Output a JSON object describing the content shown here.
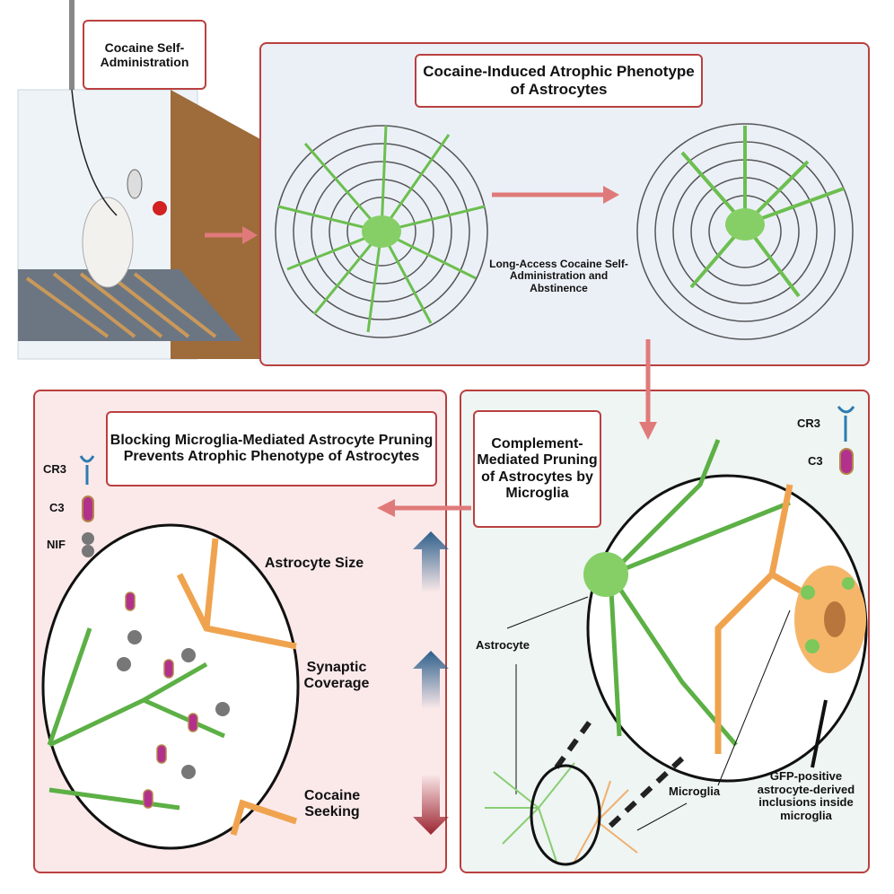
{
  "top_left": {
    "label": "Cocaine Self-Administration"
  },
  "top_panel": {
    "title": "Cocaine-Induced Atrophic Phenotype of Astrocytes",
    "arrow_label": "Long-Access Cocaine Self-Administration and Abstinence"
  },
  "right_panel": {
    "title": "Complement-Mediated Pruning of Astrocytes by Microglia",
    "legend": [
      {
        "label": "CR3",
        "icon": "cr3-receptor-icon"
      },
      {
        "label": "C3",
        "icon": "c3-complement-icon"
      }
    ],
    "labels": {
      "astrocyte": "Astrocyte",
      "microglia": "Microglia",
      "inclusions": "GFP-positive astrocyte-derived inclusions inside microglia"
    }
  },
  "left_panel": {
    "title": "Blocking Microglia-Mediated Astrocyte Pruning Prevents Atrophic Phenotype of Astrocytes",
    "legend": [
      {
        "label": "CR3",
        "icon": "cr3-receptor-icon"
      },
      {
        "label": "C3",
        "icon": "c3-complement-icon"
      },
      {
        "label": "NIF",
        "icon": "nif-inhibitor-icon"
      }
    ],
    "outcomes": [
      {
        "label": "Astrocyte Size",
        "direction": "up"
      },
      {
        "label": "Synaptic Coverage",
        "direction": "up"
      },
      {
        "label": "Cocaine Seeking",
        "direction": "down"
      }
    ]
  },
  "colors": {
    "panel_border": "#b9403f",
    "arrow": "#e07a7a",
    "astrocyte": "#6cbf4f",
    "microglia": "#f0a34f",
    "up_arrow": "#2d5f8a",
    "down_arrow": "#9b2430"
  }
}
